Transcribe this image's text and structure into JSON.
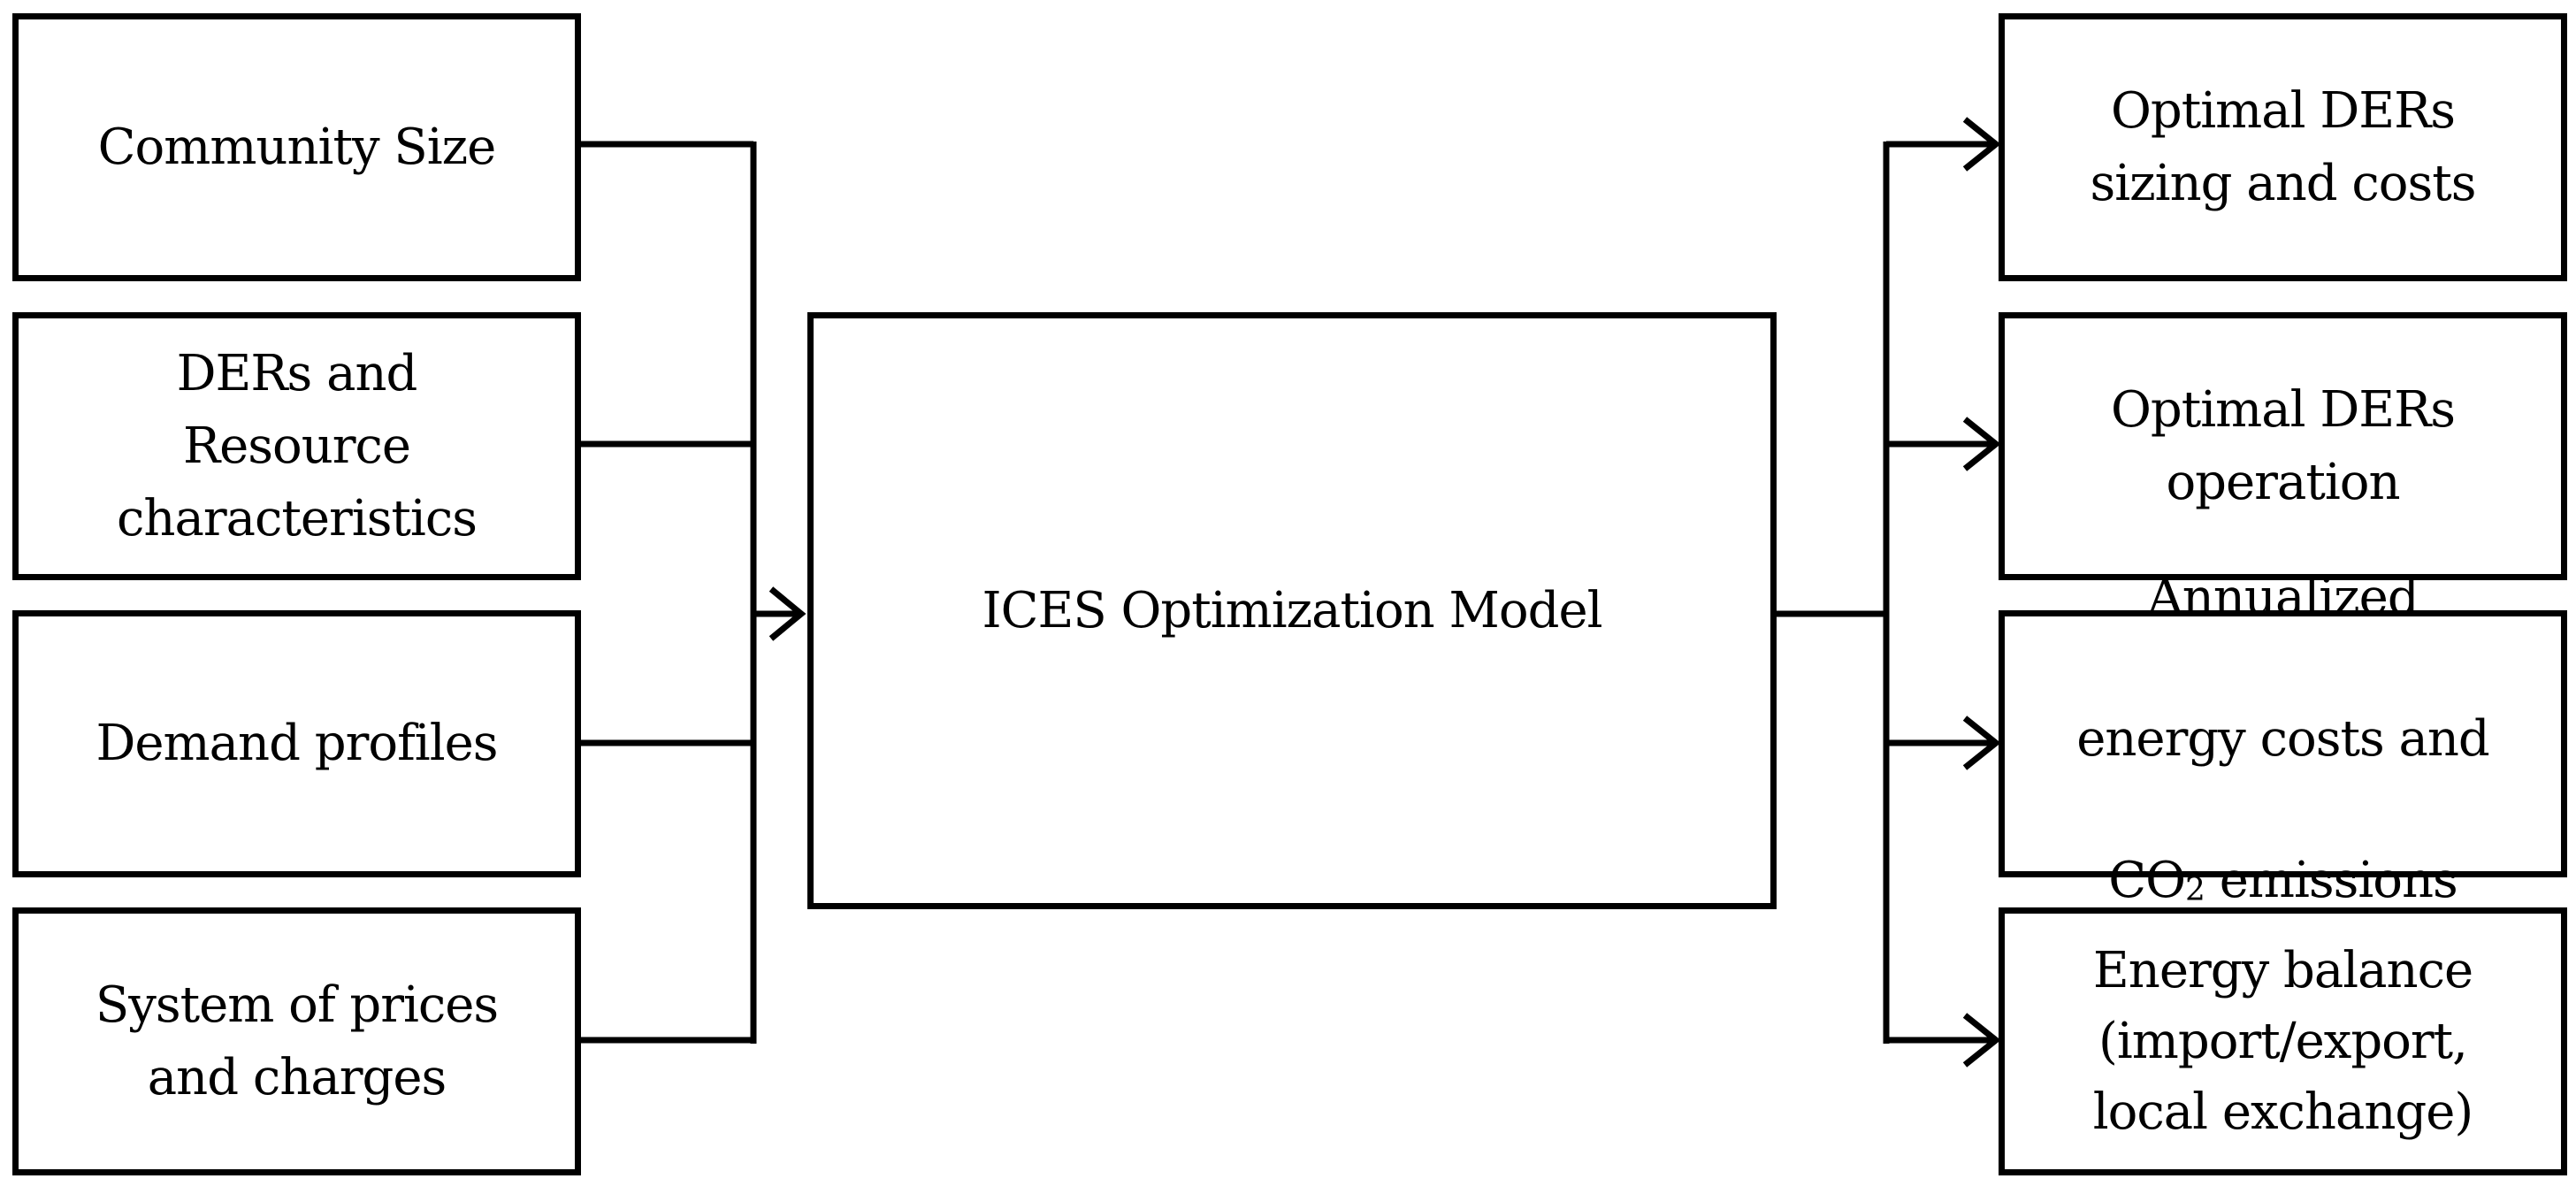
{
  "diagram": {
    "inputs": [
      {
        "id": "community-size",
        "label": "Community Size"
      },
      {
        "id": "ders-resource",
        "label": "DERs and\nResource\ncharacteristics"
      },
      {
        "id": "demand-profiles",
        "label": "Demand profiles"
      },
      {
        "id": "prices-charges",
        "label": "System of prices\nand charges"
      }
    ],
    "model": {
      "label": "ICES Optimization Model"
    },
    "outputs": [
      {
        "id": "sizing-costs",
        "label": "Optimal DERs\nsizing and costs"
      },
      {
        "id": "operation",
        "label": "Optimal DERs\noperation"
      },
      {
        "id": "annualized",
        "line1": "Annualized",
        "line2": "energy costs and",
        "line3_prefix": "CO",
        "line3_sub": "2",
        "line3_suffix": " emissions"
      },
      {
        "id": "energy-balance",
        "label": "Energy balance\n(import/export,\nlocal exchange)"
      }
    ]
  }
}
